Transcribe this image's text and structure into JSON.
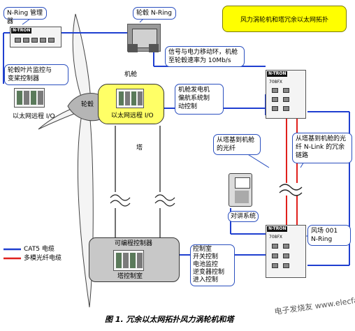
{
  "labels": {
    "nring_manager": "N-Ring 管理器",
    "hub_nring": "轮毂 N-Ring",
    "title_box": "风力涡轮机和塔冗余以太网拓扑",
    "signal_power_line1": "信号与电力移动环，机舱",
    "signal_power_line2": "至轮毂速率为 10Mb/s",
    "nacelle": "机舱",
    "hub_blade_line1": "轮毂叶片监控与",
    "hub_blade_line2": "变桨控制器",
    "hub": "轮毂",
    "ethernet_remote_io_nacelle": "以太网远程 I/O",
    "ethernet_remote_io_hub": "以太网远程 I/O",
    "nacelle_gen_line1": "机舱发电机",
    "nacelle_gen_line2": "偏航系统制",
    "nacelle_gen_line3": "动控制",
    "tower": "塔",
    "tower_base_fiber_line1": "从塔基到机舱",
    "tower_base_fiber_line2": "的光纤",
    "redundant_line1": "从塔基到机舱的光",
    "redundant_line2": "纤 N-Link 的冗余",
    "redundant_line3": "链路",
    "scada": "对讲系统",
    "wind_farm_line1": "风场 001",
    "wind_farm_line2": "N-Ring",
    "plc": "可编程控制器",
    "tower_control_room": "塔控制室",
    "control_list": [
      "控制室",
      "开关控制",
      "电池监控",
      "逆变器控制",
      "进入控制"
    ],
    "legend_cat5": "CAT5 电缆",
    "legend_fiber": "多模光纤电缆",
    "caption": "图 1. 冗余以太网拓扑风力涡轮机和塔",
    "watermark": "电子发烧友 www.elecfans.com",
    "ntron_logo": "N-TRON",
    "switch_model": "708FX"
  },
  "colors": {
    "cat5": "#1f3fd0",
    "fiber": "#e0201c",
    "callout_border": "#2a4fbf",
    "title_fill": "#ffff00",
    "nacelle_fill": "#ffff66"
  }
}
